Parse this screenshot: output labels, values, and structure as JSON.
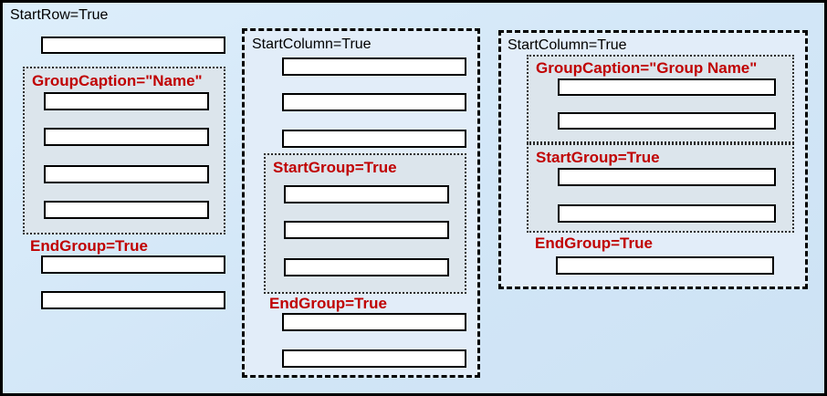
{
  "diagram": {
    "row_label": "StartRow=True"
  },
  "left_section": {
    "group_caption": "GroupCaption=\"Name\"",
    "group_field_count": 4,
    "end_group_label": "EndGroup=True",
    "fields_above": 1,
    "fields_below": 2
  },
  "middle_column": {
    "column_label": "StartColumn=True",
    "fields_above": 3,
    "start_group_label": "StartGroup=True",
    "group_field_count": 3,
    "end_group_label": "EndGroup=True",
    "fields_below": 2
  },
  "right_column": {
    "column_label": "StartColumn=True",
    "group_caption": "GroupCaption=\"Group Name\"",
    "caption_group_field_count": 2,
    "start_group_label": "StartGroup=True",
    "start_group_field_count": 2,
    "end_group_label": "EndGroup=True",
    "fields_below": 1
  },
  "colors": {
    "page_background": "#d2e6f7",
    "column_background": "#e2edf9",
    "group_background": "#dce5ec",
    "accent_red": "#c00000",
    "border_black": "#000000",
    "field_white": "#ffffff"
  }
}
